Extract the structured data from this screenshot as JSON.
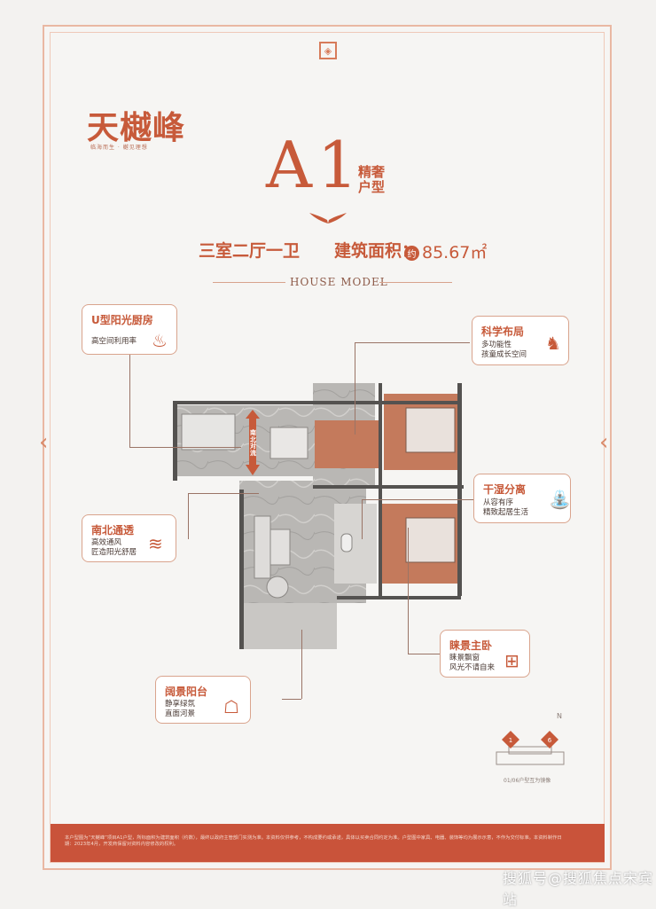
{
  "brand": {
    "name": "天樾峰",
    "slogan": "临海而生 · 樾见理想"
  },
  "model": {
    "code": "A1",
    "tag": "精奢户型"
  },
  "summary": {
    "layout": "三室二厅一卫",
    "area_label": "建筑面积：",
    "area_prefix": "约",
    "area_value": "85.67㎡"
  },
  "section_title": "HOUSE MODEL",
  "callouts": [
    {
      "id": "kitchen",
      "title": "U型阳光厨房",
      "desc": "高空间利用率",
      "icon": "kitchen-icon"
    },
    {
      "id": "layout",
      "title": "科学布局",
      "desc": "多功能性\n孩童成长空间",
      "icon": "rocking-horse-icon"
    },
    {
      "id": "dry-wet",
      "title": "干湿分离",
      "desc": "从容有序\n精致起居生活",
      "icon": "bathtub-icon"
    },
    {
      "id": "ventilation",
      "title": "南北通透",
      "desc": "高效通风\n匠造阳光舒居",
      "icon": "airflow-icon"
    },
    {
      "id": "master",
      "title": "睐景主卧",
      "desc": "睐景飘窗\n风光不请自来",
      "icon": "window-icon"
    },
    {
      "id": "balcony",
      "title": "阔景阳台",
      "desc": "静享绿氛\n直面河景",
      "icon": "balcony-icon"
    }
  ],
  "plan_label": "南北对流",
  "compass_caption": "01/06户型互为镜像",
  "compass_north": "N",
  "footer_note": "本户型图为“天樾峰”项目A1户型，所标面积为建筑面积（约数），最终以政府主管部门实测为准。本资料仅供参考，不构成要约或承诺，具体以买卖合同约定为准。户型图中家具、电器、装饰等均为展示示意，不作为交付标准。本资料制作日期：2023年4月，开发商保留对资料内容修改的权利。",
  "watermark": "搜狐号@搜狐焦点宋宾站",
  "colors": {
    "accent": "#c75a3a",
    "line": "#d9a48d",
    "footer": "#c9533a"
  }
}
